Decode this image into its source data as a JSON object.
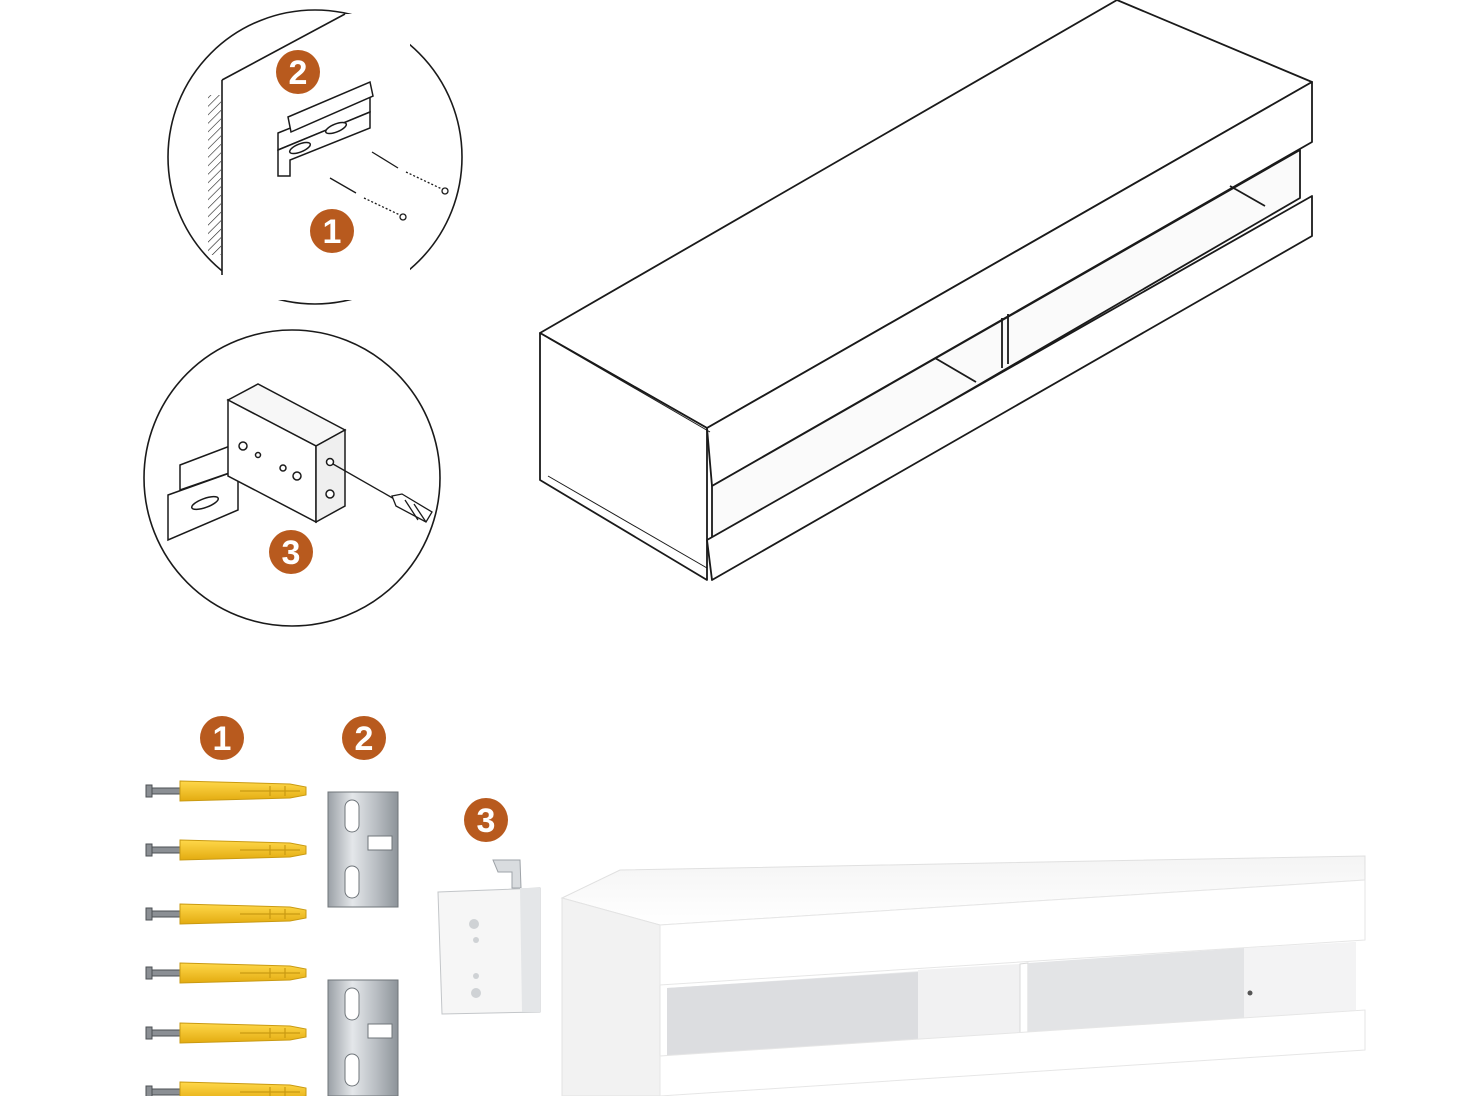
{
  "colors": {
    "badge": "#b85a1e",
    "line": "#1a1a1a",
    "anchor": "#f2c21a",
    "anchor_dark": "#c99a12",
    "metal": "#c9cdd2",
    "panel_white": "#fbfbfb"
  },
  "detail_top": {
    "badges": [
      "2",
      "1"
    ]
  },
  "detail_mid": {
    "badges": [
      "3"
    ]
  },
  "hardware": {
    "labels": [
      "1",
      "2",
      "3"
    ],
    "anchor_count": 6,
    "bracket_count": 2
  },
  "icons": [
    "wall-icon",
    "screw-icon",
    "bracket-icon",
    "screwdriver-icon",
    "wall-anchor-icon",
    "tv-cabinet-icon"
  ]
}
